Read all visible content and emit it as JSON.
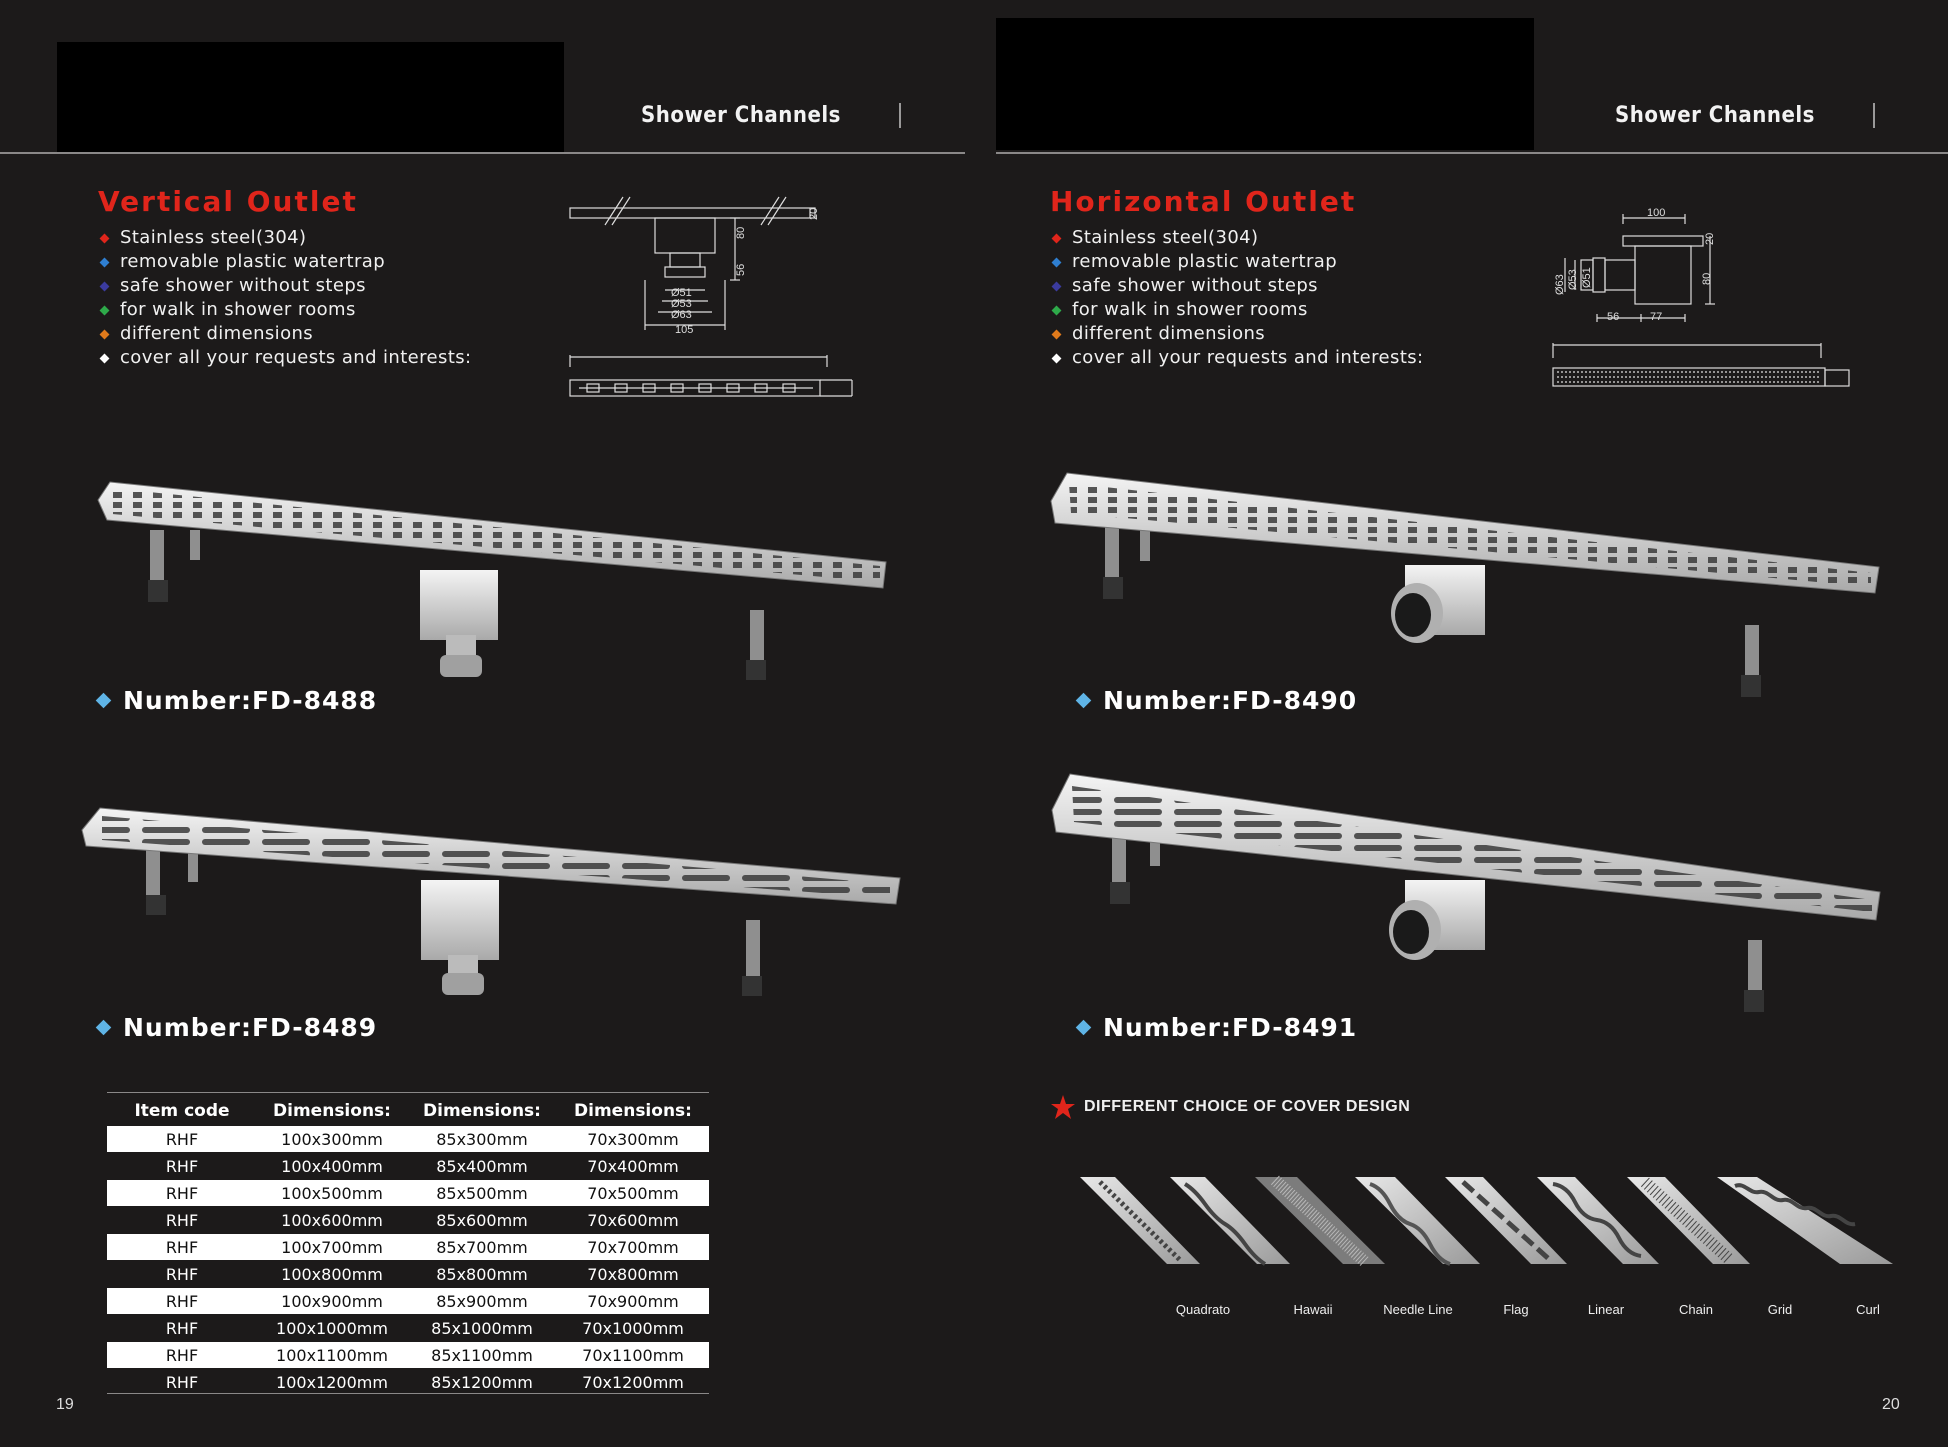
{
  "header": {
    "left_title": "Shower Channels",
    "right_title": "Shower Channels"
  },
  "left": {
    "section_title": "Vertical  Outlet",
    "features": [
      {
        "text": "Stainless steel(304)",
        "color": "#e0251b"
      },
      {
        "text": "removable plastic watertrap",
        "color": "#2f7fd1"
      },
      {
        "text": "safe shower without steps",
        "color": "#3b3b9e"
      },
      {
        "text": "for walk in shower rooms",
        "color": "#2eaa4a"
      },
      {
        "text": "different dimensions",
        "color": "#e07a1b"
      },
      {
        "text": "cover all your requests and interests:",
        "color": "#ffffff"
      }
    ],
    "drawing_labels": {
      "d51": "Ø51",
      "d53": "Ø53",
      "d63": "Ø63",
      "w105": "105",
      "h80": "80",
      "h56": "56",
      "h20": "20"
    },
    "products": [
      {
        "number": "Number:FD-8488"
      },
      {
        "number": "Number:FD-8489"
      }
    ],
    "page_number": "19"
  },
  "right": {
    "section_title": "Horizontal  Outlet",
    "features": [
      {
        "text": "Stainless steel(304)",
        "color": "#e0251b"
      },
      {
        "text": "removable plastic watertrap",
        "color": "#2f7fd1"
      },
      {
        "text": "safe shower without steps",
        "color": "#3b3b9e"
      },
      {
        "text": "for walk in shower rooms",
        "color": "#2eaa4a"
      },
      {
        "text": "different dimensions",
        "color": "#e07a1b"
      },
      {
        "text": "cover all your requests and interests:",
        "color": "#ffffff"
      }
    ],
    "drawing_labels": {
      "w100": "100",
      "w56": "56",
      "w77": "77",
      "h80": "80",
      "h20": "20",
      "d63": "Ø63",
      "d53": "Ø53",
      "d51": "Ø51"
    },
    "products": [
      {
        "number": "Number:FD-8490"
      },
      {
        "number": "Number:FD-8491"
      }
    ],
    "cover_choice_title": "DIFFERENT CHOICE OF COVER DESIGN",
    "cover_designs": [
      "Quadrato",
      "Hawaii",
      "Needle Line",
      "Flag",
      "Linear",
      "Chain",
      "Grid",
      "Curl"
    ],
    "page_number": "20"
  },
  "table": {
    "headers": [
      "Item code",
      "Dimensions:",
      "Dimensions:",
      "Dimensions:"
    ],
    "rows": [
      [
        "RHF",
        "100x300mm",
        "85x300mm",
        "70x300mm"
      ],
      [
        "RHF",
        "100x400mm",
        "85x400mm",
        "70x400mm"
      ],
      [
        "RHF",
        "100x500mm",
        "85x500mm",
        "70x500mm"
      ],
      [
        "RHF",
        "100x600mm",
        "85x600mm",
        "70x600mm"
      ],
      [
        "RHF",
        "100x700mm",
        "85x700mm",
        "70x700mm"
      ],
      [
        "RHF",
        "100x800mm",
        "85x800mm",
        "70x800mm"
      ],
      [
        "RHF",
        "100x900mm",
        "85x900mm",
        "70x900mm"
      ],
      [
        "RHF",
        "100x1000mm",
        "85x1000mm",
        "70x1000mm"
      ],
      [
        "RHF",
        "100x1100mm",
        "85x1100mm",
        "70x1100mm"
      ],
      [
        "RHF",
        "100x1200mm",
        "85x1200mm",
        "70x1200mm"
      ]
    ]
  }
}
